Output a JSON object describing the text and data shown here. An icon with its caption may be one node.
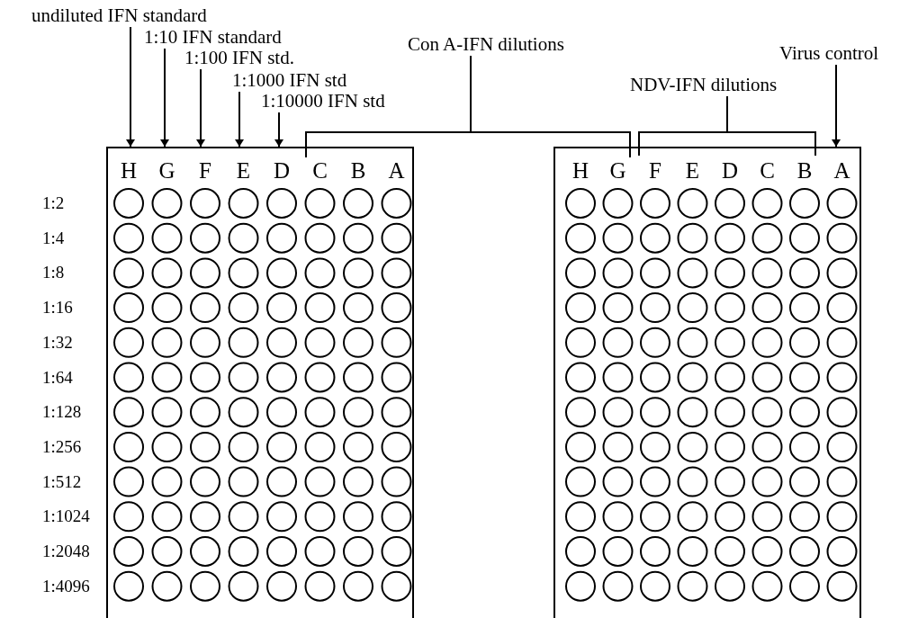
{
  "diagram": {
    "nodes": [
      {
        "text": [
          "undiluted IFN standard"
        ]
      },
      {
        "text": [
          "1:10 IFN standard"
        ]
      },
      {
        "text": [
          "1:100 IFN std."
        ]
      },
      {
        "text": [
          "1:1000 IFN std"
        ]
      },
      {
        "text": [
          "1:10000 IFN std"
        ]
      },
      {
        "text": [
          "Con A-IFN dilutions"
        ]
      },
      {
        "text": [
          "Virus control"
        ]
      },
      {
        "text": [
          "NDV-IFN dilutions"
        ]
      },
      {
        "text": [],
        "shape": "box"
      },
      {
        "text": [],
        "shape": "box"
      },
      {
        "text": [],
        "shape": "bracket"
      },
      {
        "text": [],
        "shape": "bracket"
      }
    ],
    "edges": [
      {
        "from": 0,
        "to": 8,
        "arrow": "to"
      },
      {
        "from": 1,
        "to": 8,
        "arrow": "to"
      },
      {
        "from": 2,
        "to": 8,
        "arrow": "to"
      },
      {
        "from": 3,
        "to": 8,
        "arrow": "to"
      },
      {
        "from": 4,
        "to": 8,
        "arrow": "to"
      },
      {
        "from": 5,
        "to": 10,
        "arrow": "none"
      },
      {
        "from": 6,
        "to": 9,
        "arrow": "to"
      },
      {
        "from": 7,
        "to": 11,
        "arrow": "none"
      }
    ],
    "labels": [
      "H",
      "G",
      "F",
      "E",
      "D",
      "C",
      "B",
      "A",
      "H",
      "G",
      "F",
      "E",
      "D",
      "C",
      "B",
      "A",
      "1:2",
      "1:4",
      "1:8",
      "1:16",
      "1:32",
      "1:64",
      "1:128",
      "1:256",
      "1:512",
      "1:1024",
      "1:2048",
      "1:4096"
    ]
  }
}
